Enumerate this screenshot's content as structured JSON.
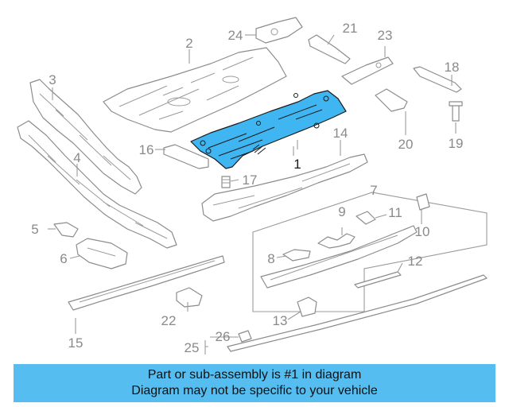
{
  "callouts": {
    "c1": "1",
    "c2": "2",
    "c3": "3",
    "c4": "4",
    "c5": "5",
    "c6": "6",
    "c7": "7",
    "c8": "8",
    "c9": "9",
    "c10": "10",
    "c11": "11",
    "c12": "12",
    "c13": "13",
    "c14": "14",
    "c15": "15",
    "c16": "16",
    "c17": "17",
    "c18": "18",
    "c19": "19",
    "c20": "20",
    "c21": "21",
    "c22": "22",
    "c23": "23",
    "c24": "24",
    "c25": "25",
    "c26": "26"
  },
  "highlighted_part": "1",
  "colors": {
    "highlight": "#3fb6f2",
    "banner": "#55bdf0",
    "line": "#8c8c8c"
  },
  "banner": {
    "line1": "Part or sub-assembly is #1 in diagram",
    "line2": "Diagram may not be specific to your vehicle"
  }
}
